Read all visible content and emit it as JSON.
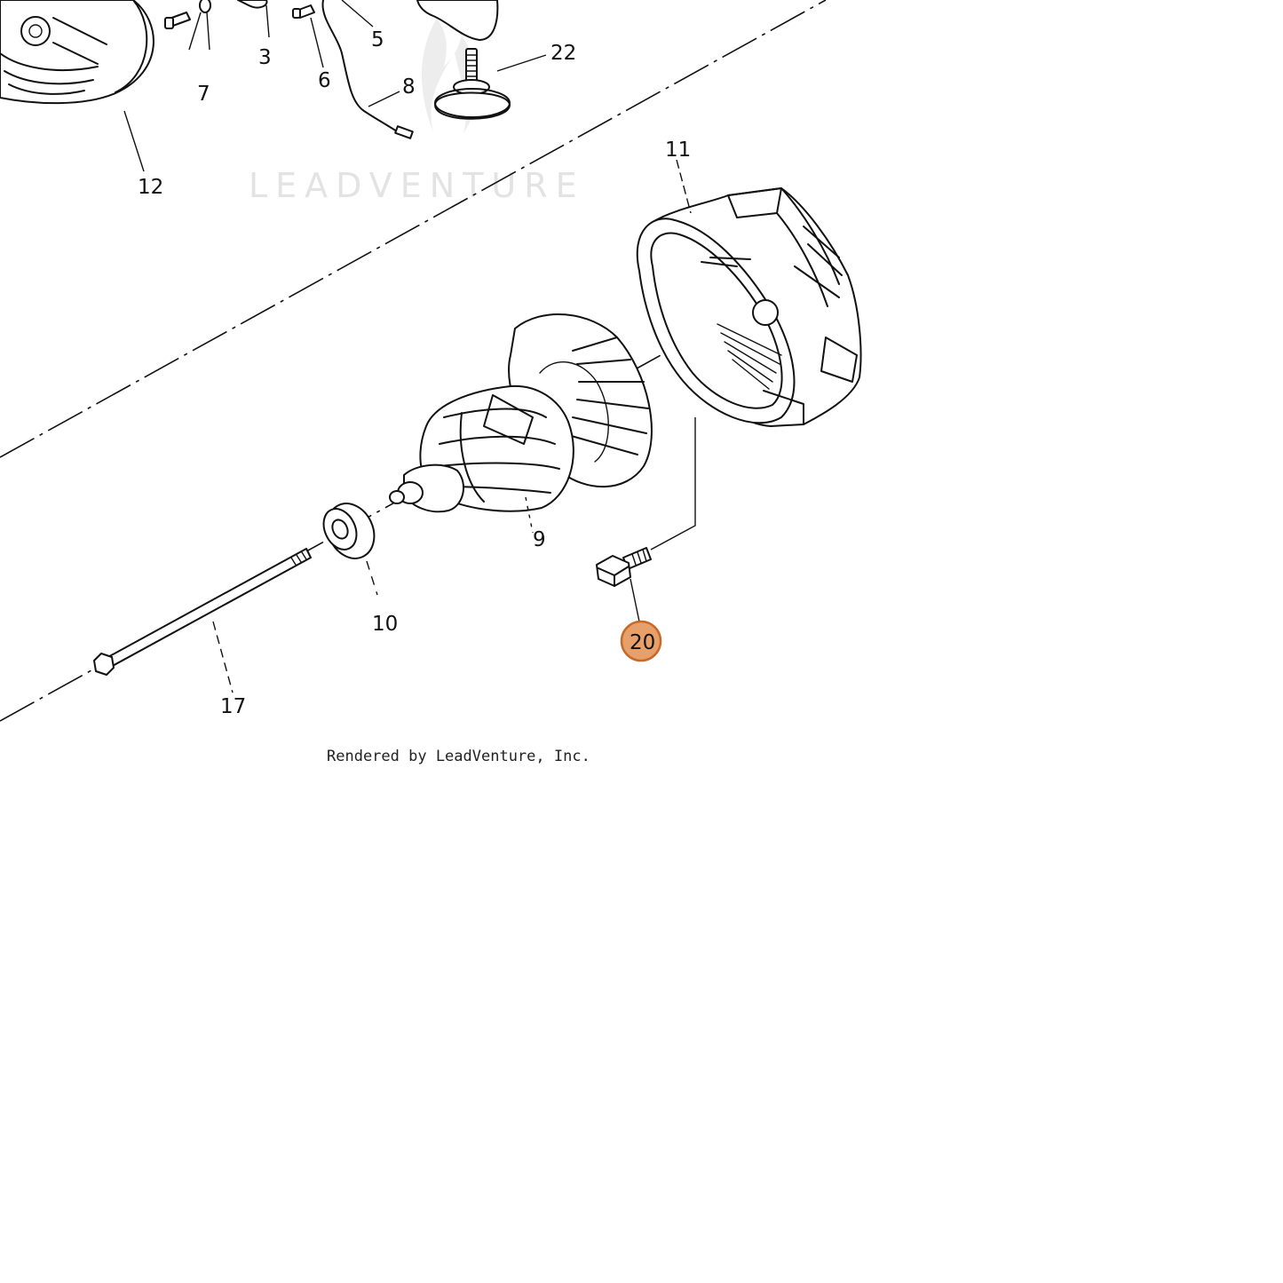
{
  "diagram": {
    "part_labels": {
      "p3": "3",
      "p5": "5",
      "p6": "6",
      "p7": "7",
      "p8": "8",
      "p9": "9",
      "p10": "10",
      "p11": "11",
      "p12": "12",
      "p17": "17",
      "p20": "20",
      "p22": "22"
    },
    "highlighted_part": "20",
    "highlight_color": "#e8a06a",
    "highlight_stroke": "#c56a2a"
  },
  "watermark": {
    "text": "LEADVENTURE"
  },
  "credit": "Rendered by LeadVenture, Inc."
}
